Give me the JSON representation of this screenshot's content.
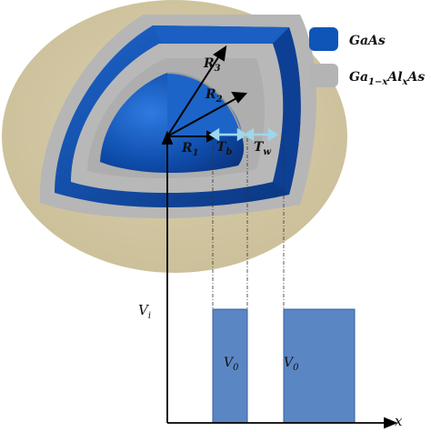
{
  "legend": {
    "items": [
      {
        "label": "GaAs",
        "color": "#0f55b8"
      },
      {
        "label": "Ga",
        "sub1": "1−x",
        "mid": "Al",
        "sub2": "x",
        "tail": "As",
        "color": "#b4b4b4"
      }
    ]
  },
  "sphere": {
    "outer_color": "#d2c7a4",
    "shell_color": "#b8b8b8",
    "gaas_color": "#1457b5"
  },
  "labels": {
    "R1": "R",
    "R1_sub": "1",
    "R2": "R",
    "R2_sub": "2",
    "R3": "R",
    "R3_sub": "3",
    "Tb": "T",
    "Tb_sub": "b",
    "Tw": "T",
    "Tw_sub": "w"
  },
  "plot": {
    "y_label": "V",
    "y_label_sub": "i",
    "x_label": "x",
    "barrier1_label": "V",
    "barrier1_sub": "0",
    "barrier2_label": "V",
    "barrier2_sub": "0",
    "bar_color": "#5b86c4"
  }
}
